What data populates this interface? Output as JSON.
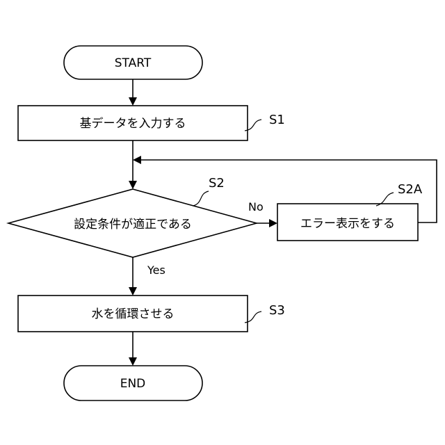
{
  "nodes": {
    "start": {
      "text": "START"
    },
    "s1": {
      "text": "基データを入力する",
      "step": "S1"
    },
    "s2": {
      "text": "設定条件が適正である",
      "step": "S2"
    },
    "s2a": {
      "text": "エラー表示をする",
      "step": "S2A"
    },
    "s3": {
      "text": "水を循環させる",
      "step": "S3"
    },
    "end": {
      "text": "END"
    }
  },
  "edges": {
    "no_label": "No",
    "yes_label": "Yes"
  }
}
